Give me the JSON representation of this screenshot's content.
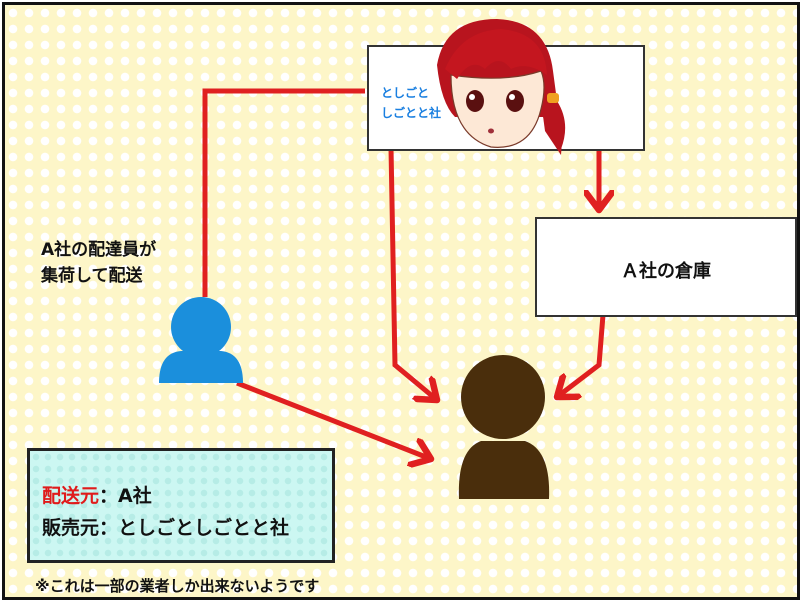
{
  "seller": {
    "name": "としごと\nしごとと社"
  },
  "warehouse": {
    "label": "Ａ社の倉庫"
  },
  "courier": {
    "label": "A社の配達員が\n集荷して配送"
  },
  "info": {
    "shipper_label": "配送元",
    "shipper_value": "：A社",
    "seller_label": "販売元",
    "seller_value": "：としごとしごとと社"
  },
  "footnote": "※これは一部の業者しか出来ないようです",
  "colors": {
    "arrow": "#e02020",
    "courier": "#1b8fdc",
    "customer": "#4a2e0c",
    "background": "#fdf6c8"
  }
}
